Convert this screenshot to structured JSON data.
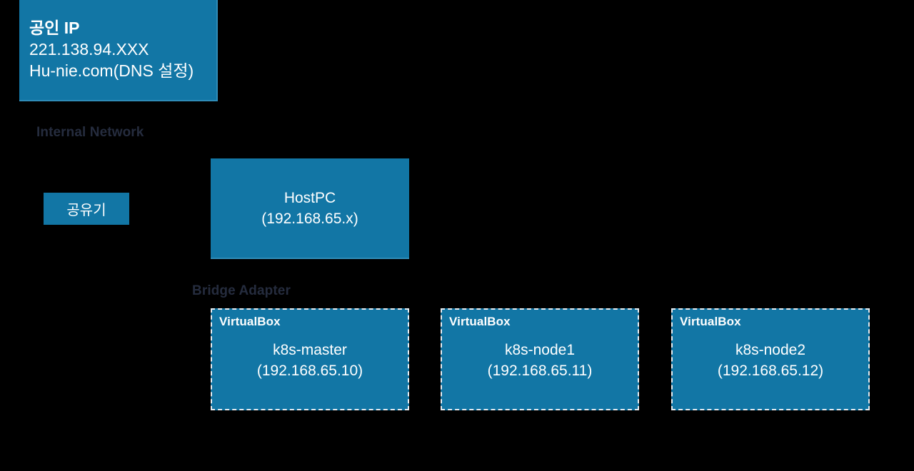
{
  "diagram": {
    "title": "Kubernetes VirtualBox network topology",
    "background_color": "#000000",
    "node_fill_color": "#1276a5",
    "node_text_color": "#ffffff",
    "zone_label_color": "#252c3e",
    "vm_border_color": "#e8edf2"
  },
  "wan": {
    "heading": "공인 IP",
    "ip": "221.138.94.XXX",
    "dns": "Hu-nie.com(DNS 설정)"
  },
  "zones": {
    "internal_network": "Internal Network",
    "bridge_adapter": "Bridge Adapter"
  },
  "router": {
    "label": "공유기"
  },
  "host": {
    "name": "HostPC",
    "ip": "(192.168.65.x)"
  },
  "vms": [
    {
      "title": "VirtualBox",
      "name": "k8s-master",
      "ip": "(192.168.65.10)"
    },
    {
      "title": "VirtualBox",
      "name": "k8s-node1",
      "ip": "(192.168.65.11)"
    },
    {
      "title": "VirtualBox",
      "name": "k8s-node2",
      "ip": "(192.168.65.12)"
    }
  ]
}
